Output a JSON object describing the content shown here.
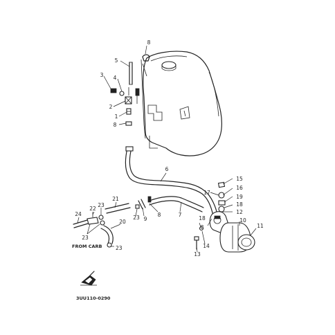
{
  "diagram": {
    "callouts": {
      "c1": "1",
      "c2": "2",
      "c3": "3",
      "c4": "4",
      "c5": "5",
      "c6": "6",
      "c7": "7",
      "c8a": "8",
      "c8b": "8",
      "c8c": "8",
      "c8d": "8",
      "c9": "9",
      "c10": "10",
      "c11": "11",
      "c12": "12",
      "c13": "13",
      "c14": "14",
      "c15": "15",
      "c16": "16",
      "c17": "17",
      "c18a": "18",
      "c18b": "18",
      "c19": "19",
      "c20": "20",
      "c21": "21",
      "c22": "22",
      "c23a": "23",
      "c23b": "23",
      "c23c": "23",
      "c23d": "23",
      "c24": "24"
    },
    "from_carb_label": "FROM CARB",
    "figure_code": "3UU110-0290"
  },
  "icons": {
    "fuel_tank": "fuel-tank-icon",
    "fuel_pump": "fuel-pump-icon",
    "fuel_filter": "fuel-filter-icon",
    "oil_can": "oil-can-icon"
  }
}
